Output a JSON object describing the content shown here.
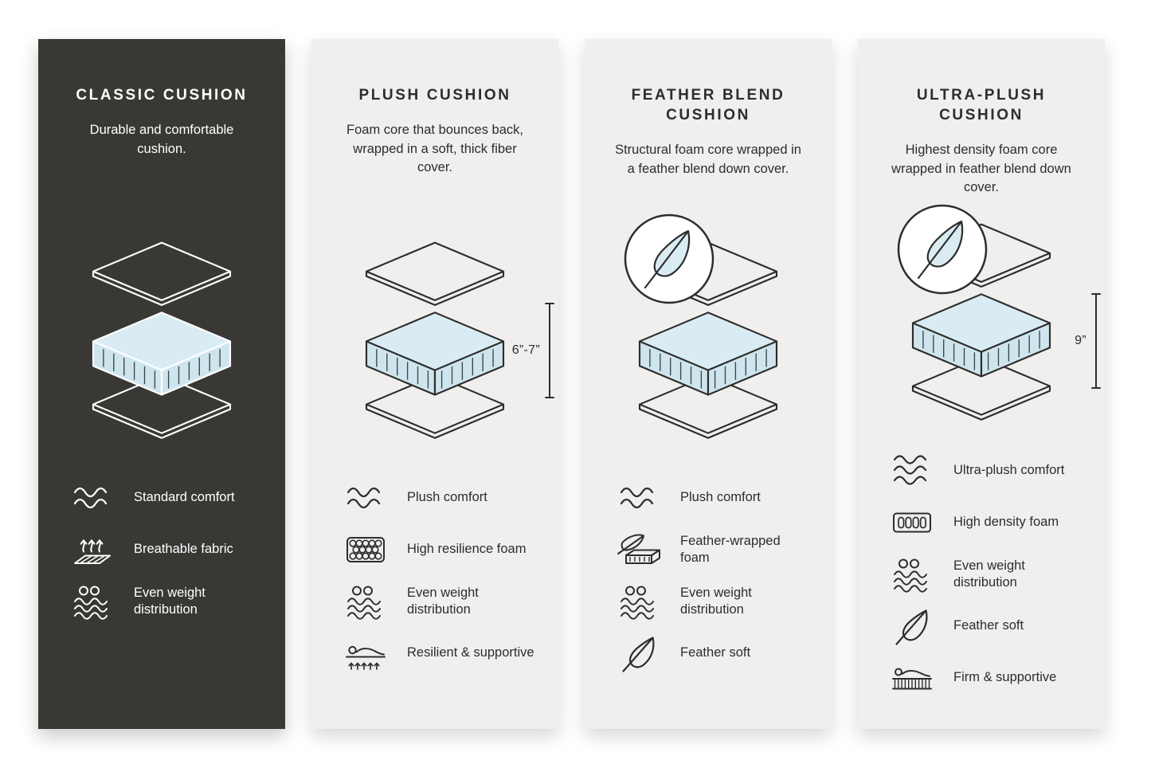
{
  "colors": {
    "page_bg": "#ffffff",
    "dark_panel_bg": "#3a3835",
    "light_panel_bg": "#f0efed",
    "foam_blue_top": "#daecf3",
    "foam_blue_side": "#cfe5ee",
    "ink_dark": "#2d2d2b",
    "ink_light": "#ffffff"
  },
  "panels": [
    {
      "id": "classic-cushion",
      "theme": "dark",
      "title": "CLASSIC CUSHION",
      "description": "Durable and comfortable cushion.",
      "illustration": {
        "type": "exploded-cushion-layers",
        "badge_icon": null,
        "dimension_label": null
      },
      "features": [
        {
          "icon": "wave-comfort-icon",
          "label": "Standard comfort"
        },
        {
          "icon": "breathable-fabric-icon",
          "label": "Breathable fabric"
        },
        {
          "icon": "even-weight-icon",
          "label": "Even weight distribution"
        }
      ]
    },
    {
      "id": "plush-cushion",
      "theme": "light",
      "title": "PLUSH CUSHION",
      "description": "Foam core that bounces back, wrapped in a soft, thick fiber cover.",
      "illustration": {
        "type": "exploded-cushion-layers",
        "badge_icon": null,
        "dimension_label": "6”-7”"
      },
      "features": [
        {
          "icon": "wave-comfort-icon",
          "label": "Plush comfort"
        },
        {
          "icon": "resilience-foam-icon",
          "label": "High resilience foam"
        },
        {
          "icon": "even-weight-icon",
          "label": "Even weight distribution"
        },
        {
          "icon": "resilient-supportive-icon",
          "label": "Resilient & supportive"
        }
      ]
    },
    {
      "id": "feather-blend-cushion",
      "theme": "light",
      "title": "FEATHER BLEND CUSHION",
      "description": "Structural foam core wrapped in a feather blend down cover.",
      "illustration": {
        "type": "exploded-cushion-layers",
        "badge_icon": "feather-badge-icon",
        "dimension_label": null
      },
      "features": [
        {
          "icon": "wave-comfort-icon",
          "label": "Plush comfort"
        },
        {
          "icon": "feather-wrapped-foam-icon",
          "label": "Feather-wrapped foam"
        },
        {
          "icon": "even-weight-icon",
          "label": "Even weight distribution"
        },
        {
          "icon": "feather-soft-icon",
          "label": "Feather soft"
        }
      ]
    },
    {
      "id": "ultra-plush-cushion",
      "theme": "light",
      "title": "ULTRA-PLUSH CUSHION",
      "description": "Highest density foam core wrapped in feather blend down cover.",
      "illustration": {
        "type": "exploded-cushion-layers",
        "badge_icon": "feather-badge-icon",
        "dimension_label": "9”"
      },
      "features": [
        {
          "icon": "wave-comfort-3-icon",
          "label": "Ultra-plush comfort"
        },
        {
          "icon": "density-foam-icon",
          "label": "High density foam"
        },
        {
          "icon": "even-weight-icon",
          "label": "Even weight distribution"
        },
        {
          "icon": "feather-soft-icon",
          "label": "Feather soft"
        },
        {
          "icon": "firm-supportive-icon",
          "label": "Firm & supportive"
        }
      ]
    }
  ]
}
